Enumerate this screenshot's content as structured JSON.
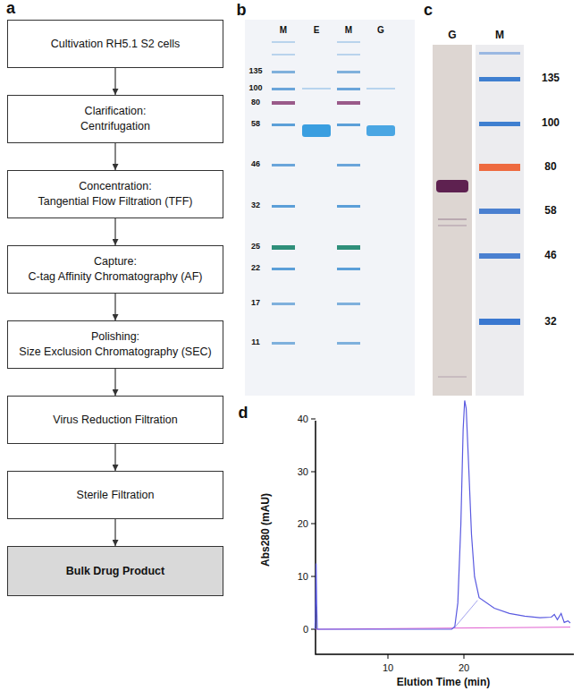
{
  "diagram": {
    "nodes": [
      {
        "text": [
          "Cultivation RH5.1 S2 cells"
        ]
      },
      {
        "text": [
          "Clarification:",
          "Centrifugation"
        ]
      },
      {
        "text": [
          "Concentration:",
          "Tangential Flow Filtration (TFF)"
        ]
      },
      {
        "text": [
          "Capture:",
          "C-tag Affinity Chromatography (AF)"
        ]
      },
      {
        "text": [
          "Polishing:",
          "Size Exclusion Chromatography (SEC)"
        ]
      },
      {
        "text": [
          "Virus Reduction Filtration"
        ]
      },
      {
        "text": [
          "Sterile Filtration"
        ]
      },
      {
        "text": [
          "Bulk Drug Product"
        ]
      }
    ],
    "edges": [
      {
        "from": 0,
        "to": 1,
        "arrow": "to"
      },
      {
        "from": 1,
        "to": 2,
        "arrow": "to"
      },
      {
        "from": 2,
        "to": 3,
        "arrow": "to"
      },
      {
        "from": 3,
        "to": 4,
        "arrow": "to"
      },
      {
        "from": 4,
        "to": 5,
        "arrow": "to"
      },
      {
        "from": 5,
        "to": 6,
        "arrow": "to"
      },
      {
        "from": 6,
        "to": 7,
        "arrow": "to"
      }
    ],
    "labels": [
      "a",
      "b",
      "c",
      "d",
      "M",
      "E",
      "M",
      "G",
      "135",
      "100",
      "80",
      "58",
      "46",
      "32",
      "25",
      "22",
      "17",
      "11",
      "G",
      "M",
      "135",
      "100",
      "80",
      "58",
      "46",
      "32",
      "0",
      "10",
      "20",
      "30",
      "40",
      "10",
      "20",
      "Abs280 (mAU)",
      "Elution Time (min)"
    ]
  }
}
